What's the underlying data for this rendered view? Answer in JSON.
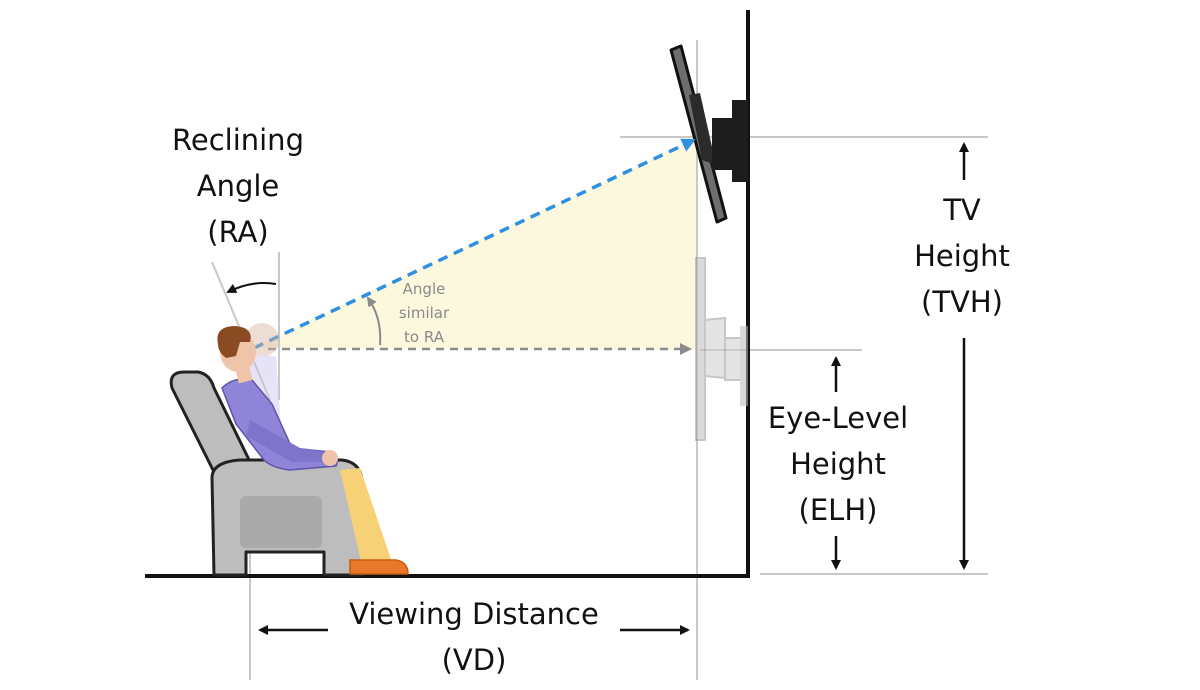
{
  "labels": {
    "reclining_angle": [
      "Reclining",
      "Angle",
      "(RA)"
    ],
    "angle_note": [
      "Angle",
      "similar",
      "to RA"
    ],
    "tv_height": [
      "TV",
      "Height",
      "(TVH)"
    ],
    "eye_level_height": [
      "Eye-Level",
      "Height",
      "(ELH)"
    ],
    "viewing_distance": [
      "Viewing Distance",
      "(VD)"
    ]
  },
  "icons": {
    "person": "reclining-viewer-icon",
    "chair": "recliner-chair-icon",
    "tv_tilted": "tilted-tv-icon",
    "tv_flat": "flat-tv-ghost-icon"
  },
  "colors": {
    "sightline": "#2f8fe0",
    "eye_level_line": "#8c8c8c",
    "view_cone": "#fbf8de",
    "floor_wall": "#111111",
    "guide": "#c8c8c8",
    "shirt": "#8f84d8",
    "chair": "#bdbdbd",
    "shoes": "#e8782a",
    "legs": "#f6d176"
  }
}
